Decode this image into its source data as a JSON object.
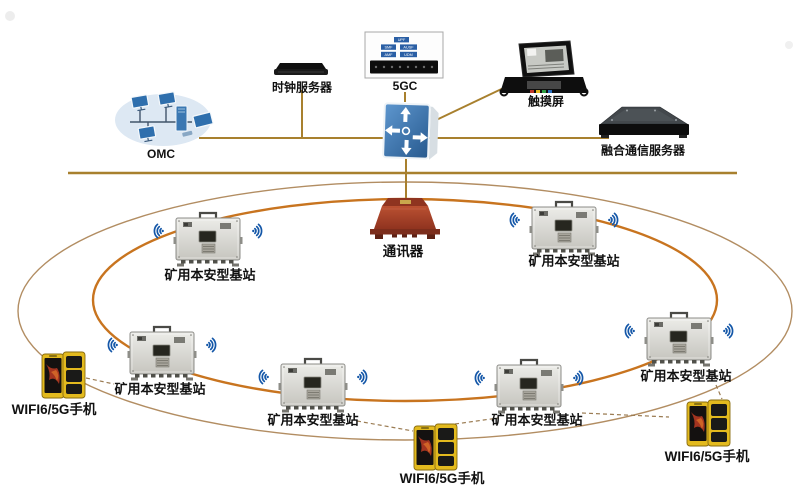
{
  "labels": {
    "omc": "OMC",
    "clock_server": "时钟服务器",
    "core_5gc": "5GC",
    "touch_screen": "触摸屏",
    "fusion_server": "融合通信服务器",
    "communicator": "通讯器",
    "base_station": "矿用本安型基站",
    "phone": "WIFI6/5G手机"
  },
  "core_5gc_chips": [
    "UPF",
    "SMF",
    "AUSF",
    "AMF",
    "UDM"
  ],
  "counts": {
    "base_stations": 6,
    "phones": 3
  },
  "colors": {
    "ring_inner_orange": "#c8741f",
    "ring_outer_tan": "#b28d62",
    "bus_line_brown": "#a8802e",
    "dashed_link": "#9a7b52",
    "wifi_blue": "#1457a8",
    "switch_blue": "#3a76b8",
    "communicator_red": "#a8402a",
    "phone_yellow": "#e3ba1e"
  }
}
